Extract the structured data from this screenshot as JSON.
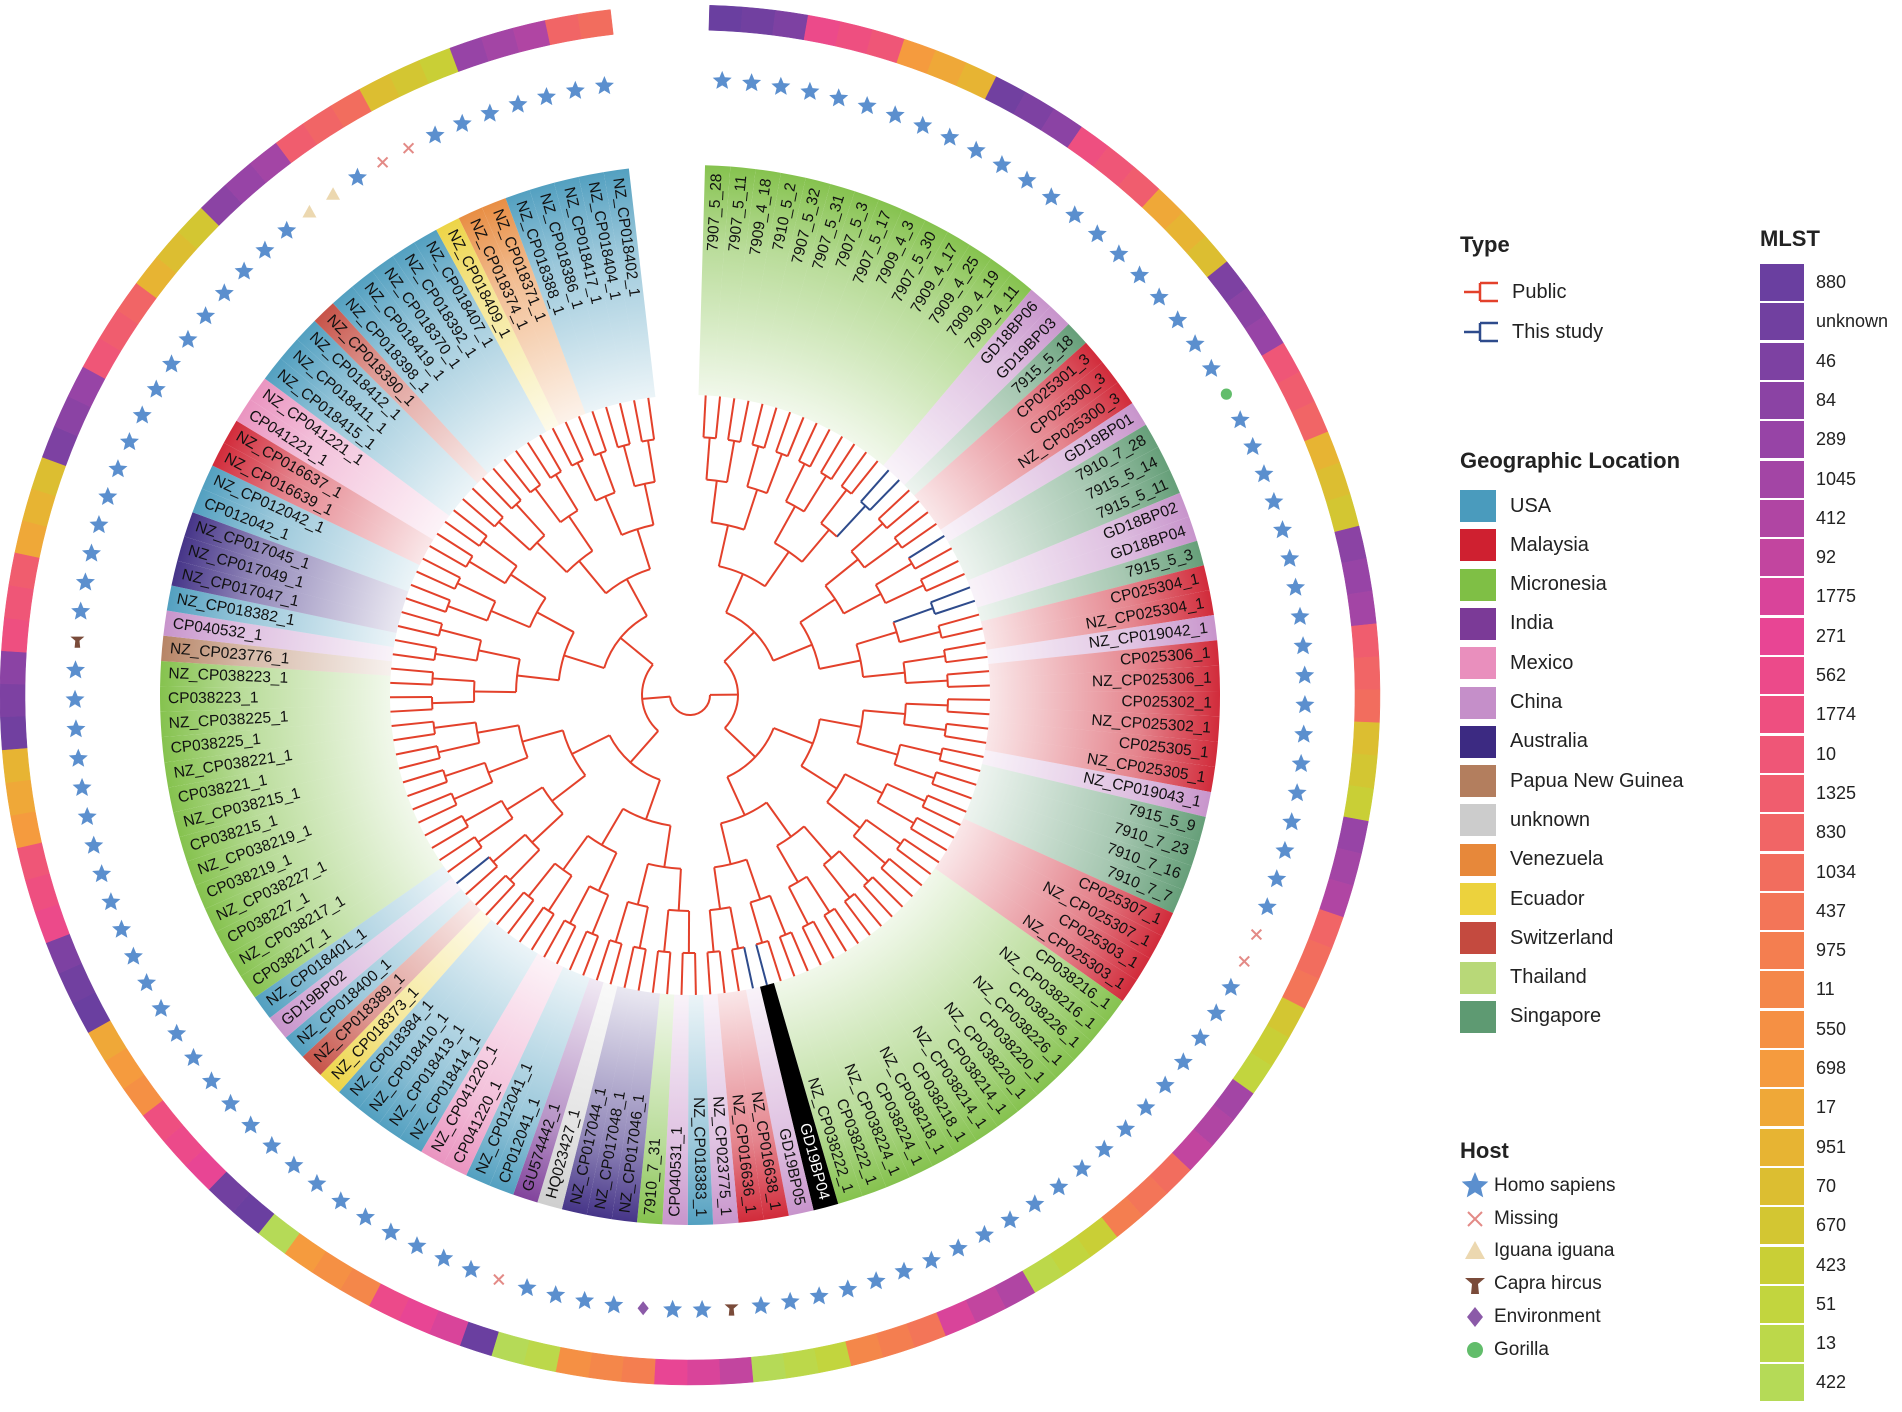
{
  "legend": {
    "type": {
      "title": "Type",
      "items": [
        {
          "label": "Public",
          "color": "#e3412b"
        },
        {
          "label": "This study",
          "color": "#2e4b8c"
        }
      ]
    },
    "geo": {
      "title": "Geographic Location",
      "items": [
        {
          "label": "USA",
          "color": "#4a9bbd"
        },
        {
          "label": "Malaysia",
          "color": "#cf2030"
        },
        {
          "label": "Micronesia",
          "color": "#7fbf45"
        },
        {
          "label": "India",
          "color": "#7b3a97"
        },
        {
          "label": "Mexico",
          "color": "#e98fbd"
        },
        {
          "label": "China",
          "color": "#c58fc9"
        },
        {
          "label": "Australia",
          "color": "#3c2a82"
        },
        {
          "label": "Papua New Guinea",
          "color": "#b37e5e"
        },
        {
          "label": "unknown",
          "color": "#cccccc"
        },
        {
          "label": "Venezuela",
          "color": "#e7883a"
        },
        {
          "label": "Ecuador",
          "color": "#ecd23d"
        },
        {
          "label": "Switzerland",
          "color": "#c44a3f"
        },
        {
          "label": "Thailand",
          "color": "#b8d878"
        },
        {
          "label": "Singapore",
          "color": "#5e9a72"
        }
      ]
    },
    "host": {
      "title": "Host",
      "items": [
        {
          "label": "Homo sapiens",
          "icon": "star-icon",
          "color": "#5b8fce"
        },
        {
          "label": "Missing",
          "icon": "cross-icon",
          "color": "#e38a86"
        },
        {
          "label": "Iguana iguana",
          "icon": "triangle-icon",
          "color": "#ecd8b0"
        },
        {
          "label": "Capra hircus",
          "icon": "goat-icon",
          "color": "#7a4b3a"
        },
        {
          "label": "Environment",
          "icon": "diamond-icon",
          "color": "#8b5aa8"
        },
        {
          "label": "Gorilla",
          "icon": "circle-icon",
          "color": "#62bd6b"
        }
      ]
    },
    "mlst": {
      "title": "MLST",
      "items": [
        {
          "label": "880",
          "color": "#6a3fa0"
        },
        {
          "label": "unknown",
          "color": "#7140a0"
        },
        {
          "label": "46",
          "color": "#7d41a2"
        },
        {
          "label": "84",
          "color": "#8b43a4"
        },
        {
          "label": "289",
          "color": "#9744a6"
        },
        {
          "label": "1045",
          "color": "#a345a5"
        },
        {
          "label": "412",
          "color": "#b045a3"
        },
        {
          "label": "92",
          "color": "#c2459f"
        },
        {
          "label": "1775",
          "color": "#d9449a"
        },
        {
          "label": "271",
          "color": "#e84594"
        },
        {
          "label": "562",
          "color": "#ec4a8a"
        },
        {
          "label": "1774",
          "color": "#ee4f80"
        },
        {
          "label": "10",
          "color": "#ef5677"
        },
        {
          "label": "1325",
          "color": "#f05d6e"
        },
        {
          "label": "830",
          "color": "#f16566"
        },
        {
          "label": "1034",
          "color": "#f26d5e"
        },
        {
          "label": "437",
          "color": "#f37558"
        },
        {
          "label": "975",
          "color": "#f47e50"
        },
        {
          "label": "11",
          "color": "#f4874a"
        },
        {
          "label": "550",
          "color": "#f59044"
        },
        {
          "label": "698",
          "color": "#f59b3e"
        },
        {
          "label": "17",
          "color": "#efa838"
        },
        {
          "label": "951",
          "color": "#e7b433"
        },
        {
          "label": "70",
          "color": "#dcbe31"
        },
        {
          "label": "670",
          "color": "#d3c632"
        },
        {
          "label": "423",
          "color": "#c9cf36"
        },
        {
          "label": "51",
          "color": "#c2d53e"
        },
        {
          "label": "13",
          "color": "#bcd84a"
        },
        {
          "label": "422",
          "color": "#b5da57"
        }
      ]
    }
  },
  "tree": {
    "groups": [
      {
        "color": "#7fbf45",
        "tips": [
          {
            "label": "7907_5_28",
            "host": "star"
          },
          {
            "label": "7907_5_11",
            "host": "star"
          },
          {
            "label": "7909_4_18",
            "host": "star"
          },
          {
            "label": "7910_5_2",
            "host": "star"
          },
          {
            "label": "7907_5_32",
            "host": "star"
          },
          {
            "label": "7907_5_31",
            "host": "star"
          },
          {
            "label": "7907_5_3",
            "host": "star"
          },
          {
            "label": "7907_5_17",
            "host": "star"
          },
          {
            "label": "7909_4_3",
            "host": "star"
          },
          {
            "label": "7907_5_30",
            "host": "star"
          },
          {
            "label": "7909_4_17",
            "host": "star"
          },
          {
            "label": "7909_4_25",
            "host": "star"
          },
          {
            "label": "7909_4_19",
            "host": "star"
          },
          {
            "label": "7909_4_11",
            "host": "star"
          }
        ]
      },
      {
        "color": "#c58fc9",
        "tips": [
          {
            "label": "GD18BP06",
            "host": "star",
            "study": true
          },
          {
            "label": "GD19BP03",
            "host": "star",
            "study": true
          }
        ]
      },
      {
        "color": "#5e9a72",
        "tips": [
          {
            "label": "7915_5_18",
            "host": "star"
          }
        ]
      },
      {
        "color": "#cf2030",
        "tips": [
          {
            "label": "CP025301_3",
            "host": "star"
          },
          {
            "label": "CP025300_3",
            "host": "star"
          },
          {
            "label": "NZ_CP025300_3",
            "host": "star"
          }
        ]
      },
      {
        "color": "#c58fc9",
        "tips": [
          {
            "label": "GD19BP01",
            "host": "star",
            "study": true
          }
        ]
      },
      {
        "color": "#5e9a72",
        "tips": [
          {
            "label": "7910_7_28",
            "host": "circle"
          },
          {
            "label": "7915_5_14",
            "host": "star"
          },
          {
            "label": "7915_5_11",
            "host": "star"
          }
        ]
      },
      {
        "color": "#c58fc9",
        "tips": [
          {
            "label": "GD18BP02",
            "host": "star",
            "study": true
          },
          {
            "label": "GD18BP04",
            "host": "star",
            "study": true
          }
        ]
      },
      {
        "color": "#5e9a72",
        "tips": [
          {
            "label": "7915_5_3",
            "host": "star"
          }
        ]
      },
      {
        "color": "#cf2030",
        "tips": [
          {
            "label": "CP025304_1",
            "host": "star"
          },
          {
            "label": "NZ_CP025304_1",
            "host": "star"
          }
        ]
      },
      {
        "color": "#c58fc9",
        "tips": [
          {
            "label": "NZ_CP019042_1",
            "host": "star"
          }
        ]
      },
      {
        "color": "#cf2030",
        "tips": [
          {
            "label": "CP025306_1",
            "host": "star"
          },
          {
            "label": "NZ_CP025306_1",
            "host": "star"
          },
          {
            "label": "CP025302_1",
            "host": "star"
          },
          {
            "label": "NZ_CP025302_1",
            "host": "star"
          },
          {
            "label": "CP025305_1",
            "host": "star"
          },
          {
            "label": "NZ_CP025305_1",
            "host": "star"
          }
        ]
      },
      {
        "color": "#c58fc9",
        "tips": [
          {
            "label": "NZ_CP019043_1",
            "host": "star"
          }
        ]
      },
      {
        "color": "#5e9a72",
        "tips": [
          {
            "label": "7915_5_9",
            "host": "star"
          },
          {
            "label": "7910_7_23",
            "host": "star"
          },
          {
            "label": "7910_7_16",
            "host": "star"
          },
          {
            "label": "7910_7_7",
            "host": "cross"
          }
        ]
      },
      {
        "color": "#cf2030",
        "tips": [
          {
            "label": "CP025307_1",
            "host": "cross"
          },
          {
            "label": "NZ_CP025307_1",
            "host": "star"
          },
          {
            "label": "CP025303_1",
            "host": "star"
          },
          {
            "label": "NZ_CP025303_1",
            "host": "star"
          }
        ]
      },
      {
        "color": "#7fbf45",
        "tips": [
          {
            "label": "CP038216_1",
            "host": "star"
          },
          {
            "label": "NZ_CP038216_1",
            "host": "star"
          },
          {
            "label": "CP038226_1",
            "host": "star"
          },
          {
            "label": "NZ_CP038226_1",
            "host": "star"
          },
          {
            "label": "CP038220_1",
            "host": "star"
          },
          {
            "label": "NZ_CP038220_1",
            "host": "star"
          },
          {
            "label": "CP038214_1",
            "host": "star"
          },
          {
            "label": "NZ_CP038214_1",
            "host": "star"
          },
          {
            "label": "CP038218_1",
            "host": "star"
          },
          {
            "label": "NZ_CP038218_1",
            "host": "star"
          },
          {
            "label": "CP038224_1",
            "host": "star"
          },
          {
            "label": "NZ_CP038224_1",
            "host": "star"
          },
          {
            "label": "CP038222_1",
            "host": "star"
          },
          {
            "label": "NZ_CP038222_1",
            "host": "star"
          }
        ]
      },
      {
        "color": "#000000",
        "tips": [
          {
            "label": "GD19BP04",
            "host": "star",
            "study": true
          }
        ]
      },
      {
        "color": "#c58fc9",
        "tips": [
          {
            "label": "GD19BP05",
            "host": "star",
            "study": true
          }
        ]
      },
      {
        "color": "#cf2030",
        "tips": [
          {
            "label": "NZ_CP016638_1",
            "host": "star"
          },
          {
            "label": "NZ_CP016636_1",
            "host": "star"
          }
        ]
      },
      {
        "color": "#c58fc9",
        "tips": [
          {
            "label": "NZ_CP023775_1",
            "host": "goat"
          }
        ]
      },
      {
        "color": "#4a9bbd",
        "tips": [
          {
            "label": "NZ_CP018383_1",
            "host": "star"
          }
        ]
      },
      {
        "color": "#c58fc9",
        "tips": [
          {
            "label": "CP040531_1",
            "host": "star"
          }
        ]
      },
      {
        "color": "#7fbf45",
        "tips": [
          {
            "label": "7910_7_31",
            "host": "diamond"
          }
        ]
      },
      {
        "color": "#3c2a82",
        "tips": [
          {
            "label": "NZ_CP017046_1",
            "host": "star"
          },
          {
            "label": "NZ_CP017048_1",
            "host": "star"
          },
          {
            "label": "NZ_CP017044_1",
            "host": "star"
          }
        ]
      },
      {
        "color": "#cccccc",
        "tips": [
          {
            "label": "HQ023427_1",
            "host": "star"
          }
        ]
      },
      {
        "color": "#7b3a97",
        "tips": [
          {
            "label": "GU574442_1",
            "host": "cross"
          }
        ]
      },
      {
        "color": "#4a9bbd",
        "tips": [
          {
            "label": "CP012041_1",
            "host": "star"
          },
          {
            "label": "NZ_CP012041_1",
            "host": "star"
          }
        ]
      },
      {
        "color": "#e98fbd",
        "tips": [
          {
            "label": "CP041220_1",
            "host": "star"
          },
          {
            "label": "NZ_CP041220_1",
            "host": "star"
          }
        ]
      },
      {
        "color": "#4a9bbd",
        "tips": [
          {
            "label": "NZ_CP018414_1",
            "host": "star"
          },
          {
            "label": "NZ_CP018413_1",
            "host": "star"
          },
          {
            "label": "NZ_CP018410_1",
            "host": "star"
          },
          {
            "label": "NZ_CP018384_1",
            "host": "star"
          }
        ]
      },
      {
        "color": "#ecd23d",
        "tips": [
          {
            "label": "NZ_CP018373_1",
            "host": "star"
          }
        ]
      },
      {
        "color": "#c44a3f",
        "tips": [
          {
            "label": "NZ_CP018389_1",
            "host": "star"
          }
        ]
      },
      {
        "color": "#4a9bbd",
        "tips": [
          {
            "label": "NZ_CP018400_1",
            "host": "star"
          }
        ]
      },
      {
        "color": "#c58fc9",
        "tips": [
          {
            "label": "GD19BP02",
            "host": "star",
            "study": true
          }
        ]
      },
      {
        "color": "#4a9bbd",
        "tips": [
          {
            "label": "NZ_CP018401_1",
            "host": "star"
          }
        ]
      },
      {
        "color": "#7fbf45",
        "tips": [
          {
            "label": "CP038217_1",
            "host": "star"
          },
          {
            "label": "NZ_CP038217_1",
            "host": "star"
          },
          {
            "label": "CP038227_1",
            "host": "star"
          },
          {
            "label": "NZ_CP038227_1",
            "host": "star"
          },
          {
            "label": "CP038219_1",
            "host": "star"
          },
          {
            "label": "NZ_CP038219_1",
            "host": "star"
          },
          {
            "label": "CP038215_1",
            "host": "star"
          },
          {
            "label": "NZ_CP038215_1",
            "host": "star"
          },
          {
            "label": "CP038221_1",
            "host": "star"
          },
          {
            "label": "NZ_CP038221_1",
            "host": "star"
          },
          {
            "label": "CP038225_1",
            "host": "star"
          },
          {
            "label": "NZ_CP038225_1",
            "host": "star"
          },
          {
            "label": "CP038223_1",
            "host": "star"
          },
          {
            "label": "NZ_CP038223_1",
            "host": "star"
          }
        ]
      },
      {
        "color": "#b37e5e",
        "tips": [
          {
            "label": "NZ_CP023776_1",
            "host": "goat"
          }
        ]
      },
      {
        "color": "#c58fc9",
        "tips": [
          {
            "label": "CP040532_1",
            "host": "star"
          }
        ]
      },
      {
        "color": "#4a9bbd",
        "tips": [
          {
            "label": "NZ_CP018382_1",
            "host": "star"
          }
        ]
      },
      {
        "color": "#3c2a82",
        "tips": [
          {
            "label": "NZ_CP017047_1",
            "host": "star"
          },
          {
            "label": "NZ_CP017049_1",
            "host": "star"
          },
          {
            "label": "NZ_CP017045_1",
            "host": "star"
          }
        ]
      },
      {
        "color": "#4a9bbd",
        "tips": [
          {
            "label": "CP012042_1",
            "host": "star"
          },
          {
            "label": "NZ_CP012042_1",
            "host": "star"
          }
        ]
      },
      {
        "color": "#cf2030",
        "tips": [
          {
            "label": "NZ_CP016639_1",
            "host": "star"
          },
          {
            "label": "NZ_CP016637_1",
            "host": "star"
          }
        ]
      },
      {
        "color": "#e98fbd",
        "tips": [
          {
            "label": "CP041221_1",
            "host": "star"
          },
          {
            "label": "NZ_CP041221_1",
            "host": "star"
          }
        ]
      },
      {
        "color": "#4a9bbd",
        "tips": [
          {
            "label": "NZ_CP018415_1",
            "host": "star"
          },
          {
            "label": "NZ_CP018411_1",
            "host": "star"
          },
          {
            "label": "NZ_CP018412_1",
            "host": "star"
          }
        ]
      },
      {
        "color": "#c44a3f",
        "tips": [
          {
            "label": "NZ_CP018390_1",
            "host": "star"
          }
        ]
      },
      {
        "color": "#4a9bbd",
        "tips": [
          {
            "label": "NZ_CP018398_1",
            "host": "star"
          },
          {
            "label": "NZ_CP018419_1",
            "host": "triangle"
          },
          {
            "label": "NZ_CP018370_1",
            "host": "triangle"
          },
          {
            "label": "NZ_CP018392_1",
            "host": "star"
          },
          {
            "label": "NZ_CP018407_1",
            "host": "cross"
          }
        ]
      },
      {
        "color": "#ecd23d",
        "tips": [
          {
            "label": "NZ_CP018409_1",
            "host": "cross"
          }
        ]
      },
      {
        "color": "#e7883a",
        "tips": [
          {
            "label": "NZ_CP018374_1",
            "host": "star"
          },
          {
            "label": "NZ_CP018371_1",
            "host": "star"
          }
        ]
      },
      {
        "color": "#4a9bbd",
        "tips": [
          {
            "label": "NZ_CP018388_1",
            "host": "star"
          },
          {
            "label": "NZ_CP018386_1",
            "host": "star"
          },
          {
            "label": "NZ_CP018417_1",
            "host": "star"
          },
          {
            "label": "NZ_CP018404_1",
            "host": "star"
          },
          {
            "label": "NZ_CP018402_1",
            "host": "star"
          }
        ]
      }
    ]
  }
}
